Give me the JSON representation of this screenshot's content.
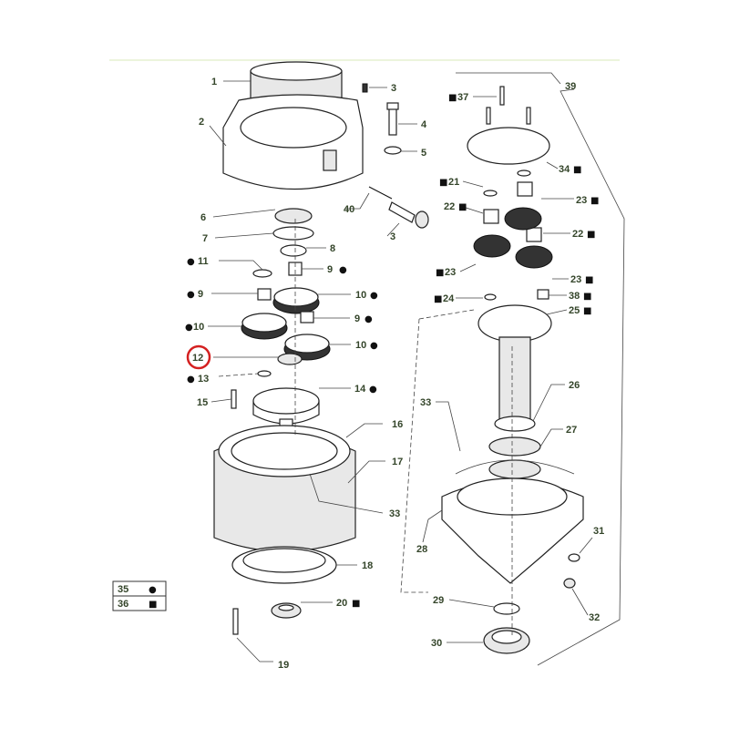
{
  "diagram": {
    "title": "Exploded parts diagram - gear reduction assembly",
    "callout_color": "#d42020",
    "highlighted_part": "12",
    "labels": [
      {
        "n": "1",
        "m": ""
      },
      {
        "n": "2",
        "m": ""
      },
      {
        "n": "3",
        "m": ""
      },
      {
        "n": "4",
        "m": ""
      },
      {
        "n": "5",
        "m": ""
      },
      {
        "n": "6",
        "m": ""
      },
      {
        "n": "7",
        "m": ""
      },
      {
        "n": "8",
        "m": ""
      },
      {
        "n": "9",
        "m": "●"
      },
      {
        "n": "11",
        "m": "●"
      },
      {
        "n": "9",
        "m": "●"
      },
      {
        "n": "10",
        "m": "●"
      },
      {
        "n": "10",
        "m": "●"
      },
      {
        "n": "9",
        "m": "●"
      },
      {
        "n": "10",
        "m": "●"
      },
      {
        "n": "12",
        "m": ""
      },
      {
        "n": "13",
        "m": "●"
      },
      {
        "n": "15",
        "m": ""
      },
      {
        "n": "14",
        "m": "●"
      },
      {
        "n": "16",
        "m": ""
      },
      {
        "n": "17",
        "m": ""
      },
      {
        "n": "33",
        "m": ""
      },
      {
        "n": "18",
        "m": ""
      },
      {
        "n": "20",
        "m": "■"
      },
      {
        "n": "19",
        "m": ""
      },
      {
        "n": "40",
        "m": ""
      },
      {
        "n": "3",
        "m": ""
      },
      {
        "n": "39",
        "m": ""
      },
      {
        "n": "37",
        "m": "■"
      },
      {
        "n": "34",
        "m": "■"
      },
      {
        "n": "21",
        "m": "■"
      },
      {
        "n": "22",
        "m": "■"
      },
      {
        "n": "23",
        "m": "■"
      },
      {
        "n": "22",
        "m": "■"
      },
      {
        "n": "23",
        "m": "■"
      },
      {
        "n": "23",
        "m": "■"
      },
      {
        "n": "24",
        "m": "■"
      },
      {
        "n": "38",
        "m": "■"
      },
      {
        "n": "25",
        "m": "■"
      },
      {
        "n": "26",
        "m": ""
      },
      {
        "n": "27",
        "m": ""
      },
      {
        "n": "33",
        "m": ""
      },
      {
        "n": "28",
        "m": ""
      },
      {
        "n": "31",
        "m": ""
      },
      {
        "n": "32",
        "m": ""
      },
      {
        "n": "29",
        "m": ""
      },
      {
        "n": "30",
        "m": ""
      }
    ],
    "legend": [
      {
        "n": "35",
        "m": "●"
      },
      {
        "n": "36",
        "m": "■"
      }
    ]
  }
}
